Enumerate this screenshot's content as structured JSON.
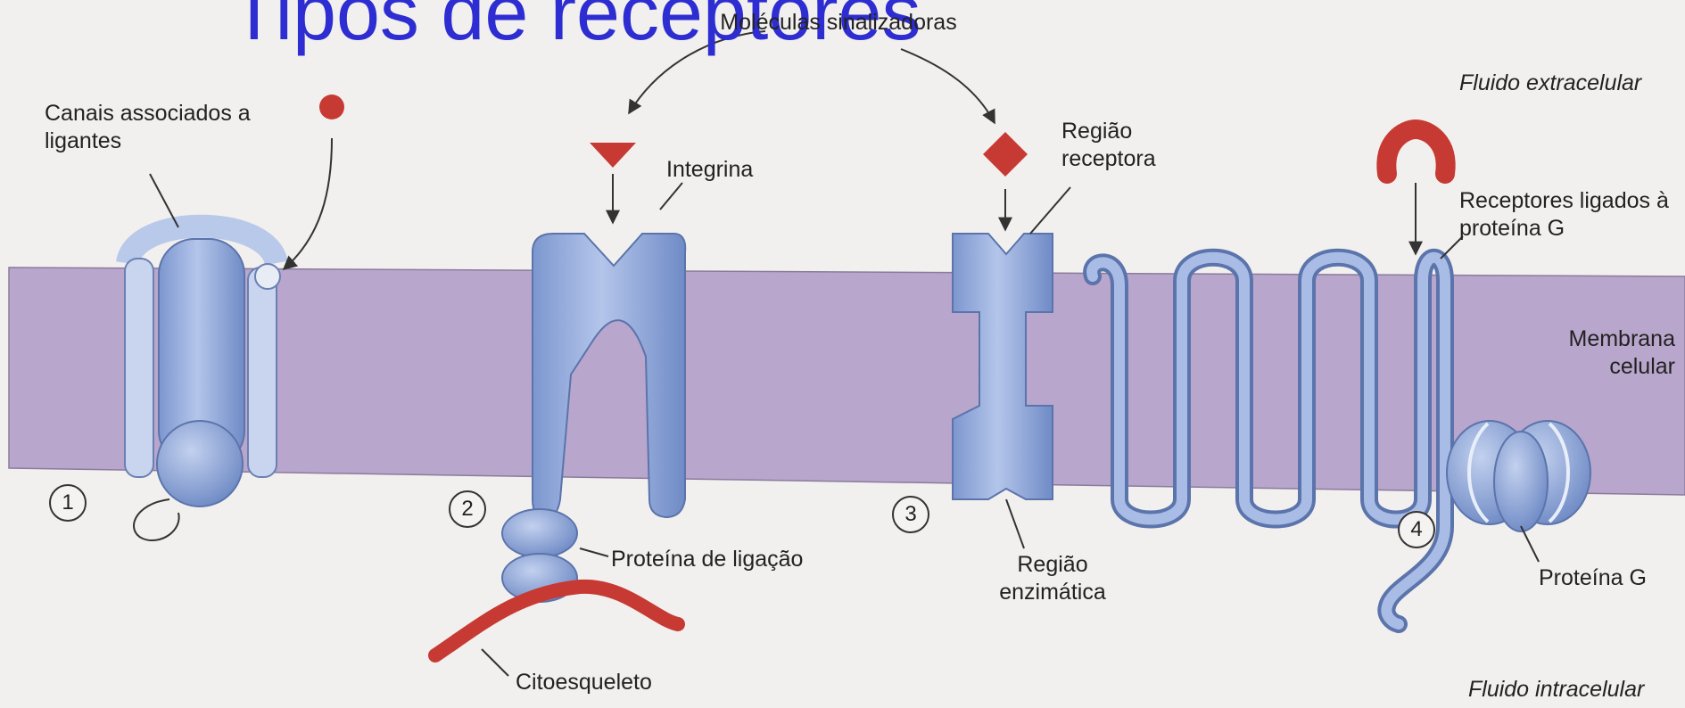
{
  "title": "Tipos de receptores",
  "labels": {
    "signal_molecules": "Moléculas sinalizadoras",
    "extracellular": "Fluido extracelular",
    "intracellular": "Fluido intracelular",
    "membrane": "Membrana celular",
    "ligand_channels": "Canais associados a  ligantes",
    "integrin": "Integrina",
    "binding_protein": "Proteína de ligação",
    "cytoskeleton": "Citoesqueleto",
    "receptor_region": "Região receptora",
    "enzymatic_region": "Região enzimática",
    "g_protein_receptors": "Receptores ligados à proteína G",
    "g_protein": "Proteína G"
  },
  "numbers": [
    "1",
    "2",
    "3",
    "4"
  ],
  "colors": {
    "membrane": "#b8a6cc",
    "protein": "#7f9cd4",
    "protein_light": "#b9c9ea",
    "ligand": "#c63a33",
    "title": "#2d2dd2",
    "background": "#f2f0ee"
  }
}
